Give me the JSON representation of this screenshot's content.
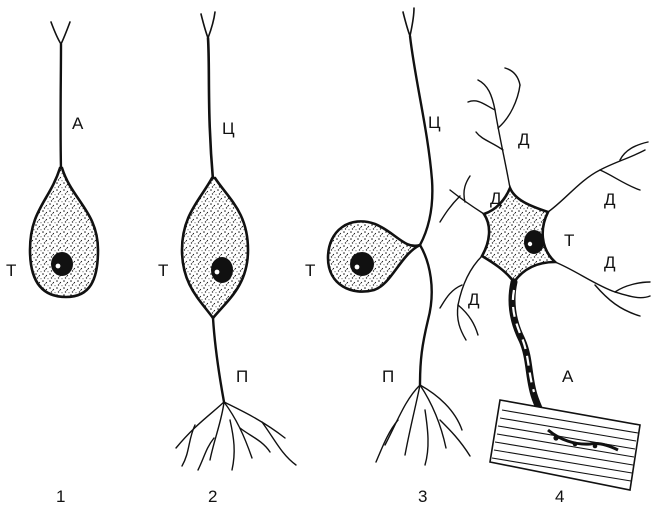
{
  "labels": {
    "n1_axon": "А",
    "n1_body": "Т",
    "n2_central": "Ц",
    "n2_body": "Т",
    "n2_peripheral": "П",
    "n3_central": "Ц",
    "n3_body": "Т",
    "n3_peripheral": "П",
    "n4_dendrite_top": "Д",
    "n4_dendrite_left": "Д",
    "n4_dendrite_right_top": "Д",
    "n4_body": "Т",
    "n4_dendrite_right_bottom": "Д",
    "n4_dendrite_left_bottom": "Д",
    "n4_axon": "А"
  },
  "numbers": [
    "1",
    "2",
    "3",
    "4"
  ]
}
